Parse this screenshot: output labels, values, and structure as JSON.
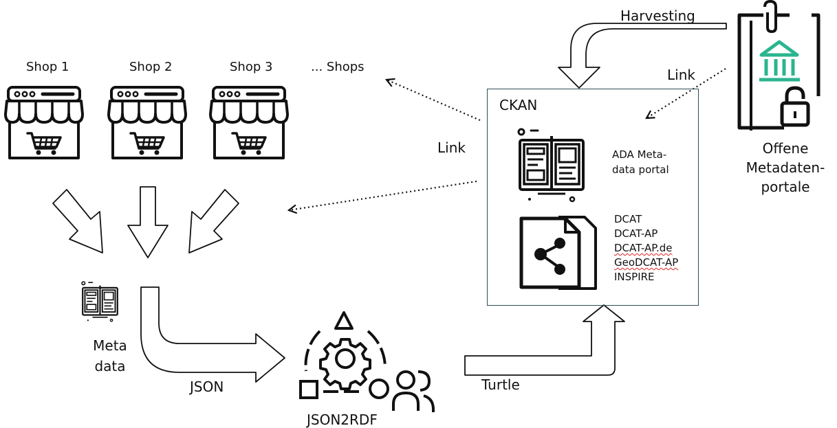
{
  "shops": [
    {
      "label": "Shop 1"
    },
    {
      "label": "Shop 2"
    },
    {
      "label": "Shop 3"
    }
  ],
  "more_shops_label": "... Shops",
  "metadata_label": [
    "Meta",
    "data"
  ],
  "json_label": "JSON",
  "json2rdf_label": "JSON2RDF",
  "turtle_label": "Turtle",
  "harvesting_label": "Harvesting",
  "link_label_right": "Link",
  "link_label_left": "Link",
  "ckan": {
    "title": "CKAN",
    "ada_label": [
      "ADA Meta-",
      "data portal"
    ],
    "formats": [
      "DCAT",
      "DCAT-AP",
      "DCAT-AP.de",
      "GeoDCAT-AP",
      "INSPIRE"
    ]
  },
  "offene_label": [
    "Offene",
    "Metadaten-",
    "portale"
  ],
  "colors": {
    "ink": "#111111",
    "institution_accent": "#2bb58f",
    "ckan_border": "#2d4a57",
    "spellcheck": "#dd2222"
  },
  "icons": [
    "shop-icon",
    "cart-icon",
    "book-icon",
    "document-share-icon",
    "gear-icon",
    "users-icon",
    "institution-icon",
    "padlock-icon",
    "clipboard-icon"
  ]
}
